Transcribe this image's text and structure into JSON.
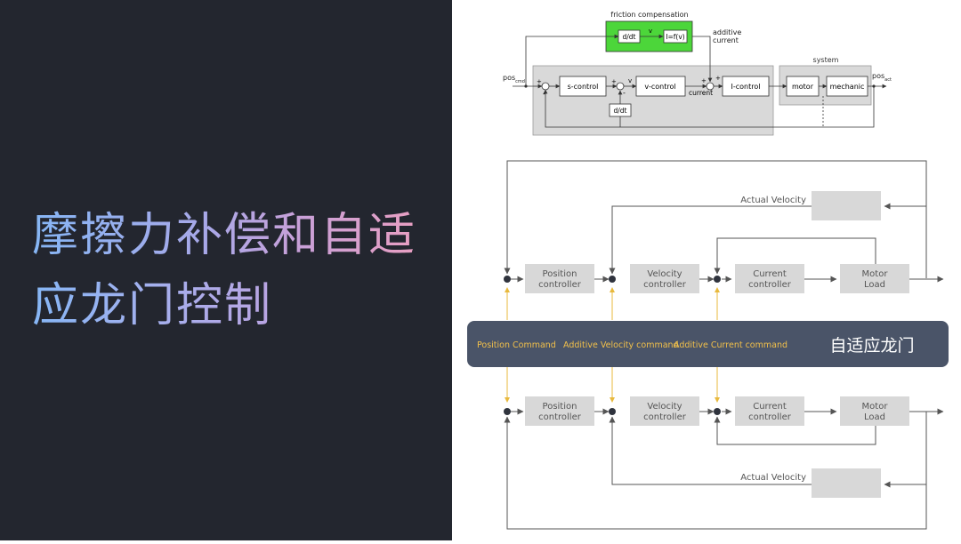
{
  "title": {
    "line1": "摩擦力补偿和自适",
    "line2": "应龙门控制"
  },
  "top_diagram": {
    "friction_label": "friction compensation",
    "ddt_label": "d/dt",
    "v_label": "v",
    "ifv_label": "I=f(v)",
    "additive_line1": "additive",
    "additive_line2": "current",
    "system_label": "system",
    "pos_cmd_main": "pos",
    "pos_cmd_sub": "cmd",
    "pos_act_main": "pos",
    "pos_act_sub": "act",
    "s_control": "s-control",
    "v_control": "v-control",
    "i_control": "I-control",
    "motor": "motor",
    "mechanic": "mechanic",
    "ddt2": "d/dt",
    "v2": "v",
    "current": "current",
    "plus": "+",
    "minus": "-"
  },
  "gantry": {
    "upper_actual_velocity": "Actual Velocity",
    "lower_actual_velocity": "Actual Velocity",
    "position_controller": [
      "Position",
      "controller"
    ],
    "velocity_controller": [
      "Velocity",
      "controller"
    ],
    "current_controller": [
      "Current",
      "controller"
    ],
    "motor_load": [
      "Motor",
      "Load"
    ],
    "position_command": "Position Command",
    "additive_velocity_command": "Additive Velocity command",
    "additive_current_command": "Additive Current command",
    "adaptive_gantry_label": "自适应龙门"
  },
  "colors": {
    "left_bg": "#23262f",
    "banner_bg": "#4a5468",
    "command_text": "#f2c04a",
    "friction_box": "#4cd63a"
  }
}
